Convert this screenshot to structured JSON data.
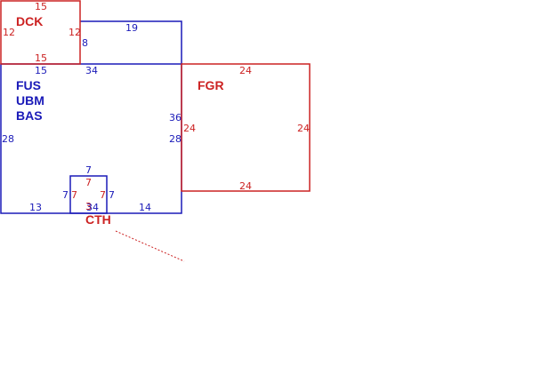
{
  "colors": {
    "blue": "#1a1ab8",
    "red": "#cc2222"
  },
  "labels": {
    "dck": "DCK",
    "fgr": "FGR",
    "cth": "CTH",
    "main_line1": "FUS",
    "main_line2": "UBM",
    "main_line3": "BAS"
  },
  "dims": {
    "dck_top": "15",
    "dck_left": "12",
    "dck_right": "12",
    "dck_bottom": "15",
    "annex_top": "19",
    "annex_left": "8",
    "main_top_left": "15",
    "main_top_mid": "34",
    "main_left": "28",
    "main_right_36": "36",
    "main_right_28": "28",
    "main_bottom_left": "13",
    "main_bottom_right": "14",
    "fgr_top": "24",
    "fgr_left": "24",
    "fgr_right": "24",
    "fgr_bottom": "24",
    "cth_top_blue": "7",
    "cth_top_red": "7",
    "cth_left_blue": "7",
    "cth_left_red": "7",
    "cth_right_red": "7",
    "cth_right_blue": "7",
    "cth_bottom_red": "3",
    "cth_bottom_blue": "34"
  }
}
